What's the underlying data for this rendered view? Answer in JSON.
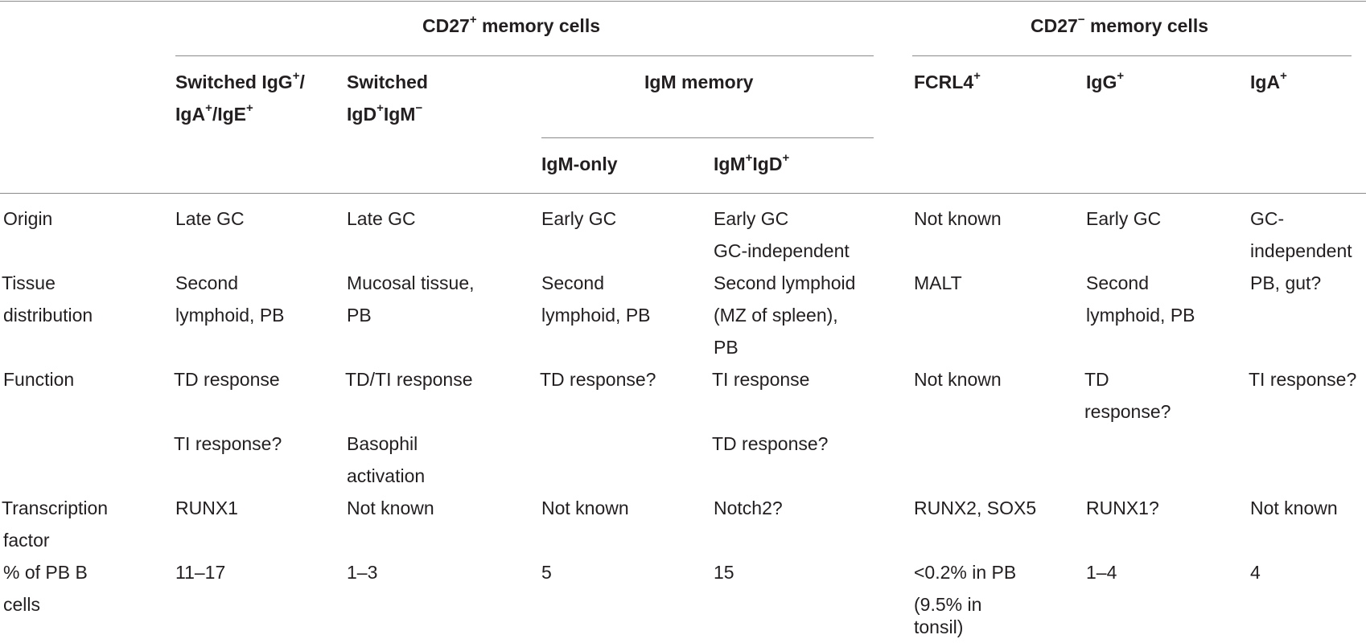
{
  "header": {
    "cd27pos": {
      "pre": "CD27",
      "sup": "+",
      "post": " memory cells"
    },
    "cd27neg": {
      "pre": "CD27",
      "sup": "−",
      "post": " memory cells"
    },
    "switched_igg": {
      "line1_pre": "Switched IgG",
      "line1_sup": "+",
      "line1_post": "/",
      "line2_a": "IgA",
      "line2_sup1": "+",
      "line2_b": "/IgE",
      "line2_sup2": "+"
    },
    "switched_igd": {
      "line1": "Switched",
      "line2_a": "IgD",
      "line2_sup1": "+",
      "line2_b": "IgM",
      "line2_sup2": "−"
    },
    "igm_memory": "IgM memory",
    "igm_only": "IgM-only",
    "igm_igd": {
      "a": "IgM",
      "sup1": "+",
      "b": "IgD",
      "sup2": "+"
    },
    "fcrl4": {
      "pre": "FCRL4",
      "sup": "+"
    },
    "igg": {
      "pre": "IgG",
      "sup": "+"
    },
    "iga": {
      "pre": "IgA",
      "sup": "+"
    }
  },
  "rows": {
    "origin": {
      "label": "Origin",
      "c1": "Late GC",
      "c2": "Late GC",
      "c3": "Early GC",
      "c4a": "Early GC",
      "c4b": "GC-independent",
      "c5": "Not known",
      "c6": "Early GC",
      "c7a": "GC-",
      "c7b": "independent"
    },
    "tissue": {
      "label_a": "Tissue",
      "label_b": "distribution",
      "c1a": "Second",
      "c1b": "lymphoid, PB",
      "c2a": "Mucosal tissue,",
      "c2b": "PB",
      "c3a": "Second",
      "c3b": "lymphoid, PB",
      "c4a": "Second lymphoid",
      "c4b": "(MZ of spleen),",
      "c4c": "PB",
      "c5": "MALT",
      "c6a": "Second",
      "c6b": "lymphoid, PB",
      "c7": "PB, gut?"
    },
    "function": {
      "label": "Function",
      "c1a": "TD response",
      "c1b": "TI response?",
      "c2a": "TD/TI response",
      "c2b": "Basophil",
      "c2c": "activation",
      "c3": "TD response?",
      "c4a": "TI response",
      "c4b": "TD response?",
      "c5": "Not known",
      "c6a": "TD",
      "c6b": "response?",
      "c7": "TI response?"
    },
    "transcription": {
      "label_a": "Transcription",
      "label_b": "factor",
      "c1": "RUNX1",
      "c2": "Not known",
      "c3": "Not known",
      "c4": "Notch2?",
      "c5": "RUNX2, SOX5",
      "c6": "RUNX1?",
      "c7": "Not known"
    },
    "percent": {
      "label_a": "% of PB B",
      "label_b": "cells",
      "c1": "11–17",
      "c2": "1–3",
      "c3": "5",
      "c4": "15",
      "c5a": "<0.2% in PB",
      "c5b": "(9.5% in",
      "c5c": "tonsil)",
      "c6": "1–4",
      "c7": "4"
    }
  }
}
